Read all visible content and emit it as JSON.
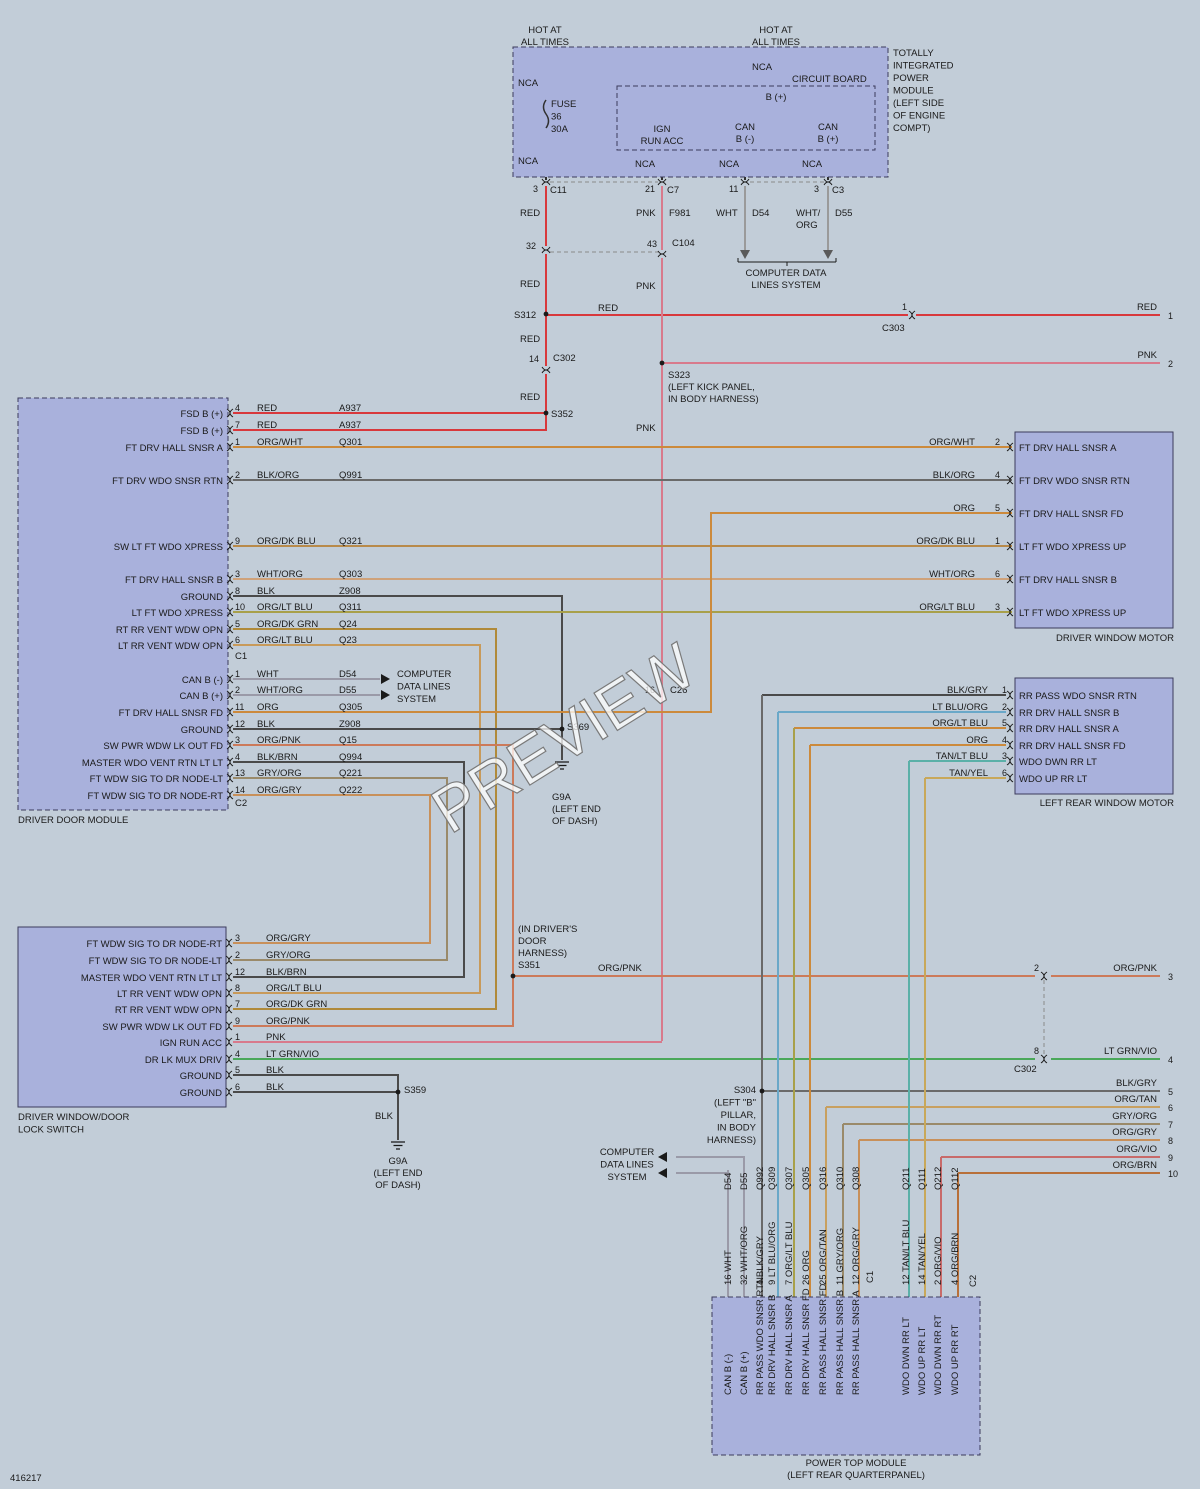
{
  "colors": {
    "red": "#d8383c",
    "pnk": "#d87a8c",
    "org": "#cc8a3c",
    "gry": "#6a6a6a",
    "blk": "#4a4a4a",
    "grn": "#4aa85a",
    "brn": "#a8601c",
    "tan": "#c8a85a",
    "blu": "#6aa8c8",
    "vio": "#a86ac8",
    "ink": "#1a1a1a"
  },
  "diagram_id": "416217",
  "watermark": "PREVIEW",
  "components": {
    "tipm": [
      "TOTALLY",
      "INTEGRATED",
      "POWER",
      "MODULE",
      "(LEFT SIDE",
      "OF ENGINE",
      "COMPT)"
    ],
    "hot1": [
      "HOT AT",
      "ALL TIMES"
    ],
    "hot2": [
      "HOT AT",
      "ALL TIMES"
    ],
    "circuit_board": "CIRCUIT BOARD",
    "b_plus": "B (+)",
    "fuse": [
      "FUSE",
      "36",
      "30A"
    ],
    "ign": [
      "IGN",
      "RUN ACC"
    ],
    "can_minus": [
      "CAN",
      "B (-)"
    ],
    "can_plus": [
      "CAN",
      "B (+)"
    ],
    "nca": "NCA",
    "ddm": "DRIVER DOOR MODULE",
    "dwm": "DRIVER WINDOW MOTOR",
    "lrwm": "LEFT REAR WINDOW MOTOR",
    "dws": [
      "DRIVER WINDOW/DOOR",
      "LOCK SWITCH"
    ],
    "ptm": [
      "POWER TOP MODULE",
      "(LEFT REAR QUARTERPANEL)"
    ],
    "cdl1": [
      "COMPUTER DATA",
      "LINES SYSTEM"
    ],
    "cdl2": [
      "COMPUTER",
      "DATA LINES",
      "SYSTEM"
    ],
    "cdl3": [
      "COMPUTER",
      "DATA LINES",
      "SYSTEM"
    ]
  },
  "splices": {
    "s312": "S312",
    "s352": "S352",
    "s323": [
      "S323",
      "(LEFT KICK PANEL,",
      "IN BODY HARNESS)"
    ],
    "s369": "S369",
    "g9a1": [
      "G9A",
      "(LEFT END",
      "OF DASH)"
    ],
    "s351": [
      "(IN DRIVER'S",
      "DOOR",
      "HARNESS)",
      "S351"
    ],
    "s359": "S359",
    "g9a2": [
      "G9A",
      "(LEFT END",
      "OF DASH)"
    ],
    "s304": [
      "S304",
      "(LEFT \"B\"",
      "PILLAR,",
      "IN BODY",
      "HARNESS)"
    ]
  },
  "connectors": {
    "c11": "C11",
    "c7": "C7",
    "c3": "C3",
    "c104": "C104",
    "c303": "C303",
    "c302a": "C302",
    "c302b": "C302",
    "c1a": "C1",
    "c2a": "C2",
    "c1b": "C1",
    "c2b": "C2",
    "c26": "C26"
  },
  "top_wires": {
    "red": "RED",
    "pnk": "PNK",
    "f981": "F981",
    "wht": "WHT",
    "d54": "D54",
    "whtorg": [
      "WHT/",
      "ORG"
    ],
    "d55": "D55",
    "pin3": "3",
    "pin21": "21",
    "pin11": "11",
    "pin3b": "3",
    "pin32": "32",
    "pin43": "43",
    "pin14": "14",
    "pin1": "1",
    "pin16": "16"
  },
  "right_ends": [
    {
      "color": "RED",
      "num": "1"
    },
    {
      "color": "PNK",
      "num": "2"
    },
    {
      "color": "ORG/PNK",
      "num": "3"
    },
    {
      "color": "LT GRN/VIO",
      "num": "4"
    },
    {
      "color": "BLK/GRY",
      "num": "5"
    },
    {
      "color": "ORG/TAN",
      "num": "6"
    },
    {
      "color": "GRY/ORG",
      "num": "7"
    },
    {
      "color": "ORG/GRY",
      "num": "8"
    },
    {
      "color": "ORG/VIO",
      "num": "9"
    },
    {
      "color": "ORG/BRN",
      "num": "10"
    }
  ],
  "ddm_pins": [
    {
      "label": "FSD B (+)",
      "pin": "4",
      "color": "RED",
      "circuit": "A937"
    },
    {
      "label": "FSD B (+)",
      "pin": "7",
      "color": "RED",
      "circuit": "A937"
    },
    {
      "label": "FT DRV HALL SNSR A",
      "pin": "1",
      "color": "ORG/WHT",
      "circuit": "Q301"
    },
    {
      "label": "FT DRV WDO SNSR RTN",
      "pin": "2",
      "color": "BLK/ORG",
      "circuit": "Q991"
    },
    {
      "label": "SW LT FT WDO XPRESS",
      "pin": "9",
      "color": "ORG/DK BLU",
      "circuit": "Q321"
    },
    {
      "label": "FT DRV HALL SNSR B",
      "pin": "3",
      "color": "WHT/ORG",
      "circuit": "Q303"
    },
    {
      "label": "GROUND",
      "pin": "8",
      "color": "BLK",
      "circuit": "Z908"
    },
    {
      "label": "LT FT WDO XPRESS",
      "pin": "10",
      "color": "ORG/LT BLU",
      "circuit": "Q311"
    },
    {
      "label": "RT RR VENT WDW OPN",
      "pin": "5",
      "color": "ORG/DK GRN",
      "circuit": "Q24"
    },
    {
      "label": "LT RR VENT WDW OPN",
      "pin": "6",
      "color": "ORG/LT BLU",
      "circuit": "Q23"
    },
    {
      "label": "CAN B (-)",
      "pin": "1",
      "color": "WHT",
      "circuit": "D54"
    },
    {
      "label": "CAN B (+)",
      "pin": "2",
      "color": "WHT/ORG",
      "circuit": "D55"
    },
    {
      "label": "FT DRV HALL SNSR FD",
      "pin": "11",
      "color": "ORG",
      "circuit": "Q305"
    },
    {
      "label": "GROUND",
      "pin": "12",
      "color": "BLK",
      "circuit": "Z908"
    },
    {
      "label": "SW PWR WDW LK OUT FD",
      "pin": "3",
      "color": "ORG/PNK",
      "circuit": "Q15"
    },
    {
      "label": "MASTER WDO VENT RTN LT LT",
      "pin": "4",
      "color": "BLK/BRN",
      "circuit": "Q994"
    },
    {
      "label": "FT WDW SIG TO DR NODE-LT",
      "pin": "13",
      "color": "GRY/ORG",
      "circuit": "Q221"
    },
    {
      "label": "FT WDW SIG TO DR NODE-RT",
      "pin": "14",
      "color": "ORG/GRY",
      "circuit": "Q222"
    }
  ],
  "dwm_pins": [
    {
      "label": "FT DRV HALL SNSR A",
      "pin": "2",
      "color": "ORG/WHT"
    },
    {
      "label": "FT DRV WDO SNSR RTN",
      "pin": "4",
      "color": "BLK/ORG"
    },
    {
      "label": "FT DRV HALL SNSR FD",
      "pin": "5",
      "color": "ORG"
    },
    {
      "label": "LT FT WDO XPRESS UP",
      "pin": "1",
      "color": "ORG/DK BLU"
    },
    {
      "label": "FT DRV HALL SNSR B",
      "pin": "6",
      "color": "WHT/ORG"
    },
    {
      "label": "LT FT WDO XPRESS UP",
      "pin": "3",
      "color": "ORG/LT BLU"
    }
  ],
  "lrwm_pins": [
    {
      "label": "RR PASS WDO SNSR RTN",
      "pin": "1",
      "color": "BLK/GRY"
    },
    {
      "label": "RR DRV HALL SNSR B",
      "pin": "2",
      "color": "LT BLU/ORG"
    },
    {
      "label": "RR DRV HALL SNSR A",
      "pin": "5",
      "color": "ORG/LT BLU"
    },
    {
      "label": "RR DRV HALL SNSR FD",
      "pin": "4",
      "color": "ORG"
    },
    {
      "label": "WDO DWN RR LT",
      "pin": "3",
      "color": "TAN/LT BLU"
    },
    {
      "label": "WDO UP RR LT",
      "pin": "6",
      "color": "TAN/YEL"
    }
  ],
  "dws_pins": [
    {
      "label": "FT WDW SIG TO DR NODE-RT",
      "pin": "3",
      "color": "ORG/GRY"
    },
    {
      "label": "FT WDW SIG TO DR NODE-LT",
      "pin": "2",
      "color": "GRY/ORG"
    },
    {
      "label": "MASTER WDO VENT RTN LT LT",
      "pin": "12",
      "color": "BLK/BRN"
    },
    {
      "label": "LT RR VENT WDW OPN",
      "pin": "8",
      "color": "ORG/LT BLU"
    },
    {
      "label": "RT RR VENT WDW OPN",
      "pin": "7",
      "color": "ORG/DK GRN"
    },
    {
      "label": "SW PWR WDW LK OUT FD",
      "pin": "9",
      "color": "ORG/PNK"
    },
    {
      "label": "IGN RUN ACC",
      "pin": "1",
      "color": "PNK"
    },
    {
      "label": "DR LK MUX DRIV",
      "pin": "4",
      "color": "LT GRN/VIO"
    },
    {
      "label": "GROUND",
      "pin": "5",
      "color": "BLK"
    },
    {
      "label": "GROUND",
      "pin": "6",
      "color": "BLK"
    }
  ],
  "s351_wire": "ORG/PNK",
  "ground_wire": "BLK",
  "ptm_pins": [
    {
      "label": "CAN B (-)",
      "pin": "16",
      "color": "WHT",
      "circuit": "D54"
    },
    {
      "label": "CAN B (+)",
      "pin": "32",
      "color": "WHT/ORG",
      "circuit": "D55"
    },
    {
      "label": "RR PASS WDO SNSR RTN",
      "pin": "4",
      "color": "BLK/GRY",
      "circuit": "Q992"
    },
    {
      "label": "RR DRV HALL SNSR B",
      "pin": "9",
      "color": "LT BLU/ORG",
      "circuit": "Q309"
    },
    {
      "label": "RR DRV HALL SNSR A",
      "pin": "7",
      "color": "ORG/LT BLU",
      "circuit": "Q307"
    },
    {
      "label": "RR DRV HALL SNSR FD",
      "pin": "26",
      "color": "ORG",
      "circuit": "Q305"
    },
    {
      "label": "RR PASS HALL SNSR FD",
      "pin": "25",
      "color": "ORG/TAN",
      "circuit": "Q316"
    },
    {
      "label": "RR PASS HALL SNSR B",
      "pin": "11",
      "color": "GRY/ORG",
      "circuit": "Q310"
    },
    {
      "label": "RR PASS HALL SNSR A",
      "pin": "12",
      "color": "ORG/GRY",
      "circuit": "Q308"
    },
    {
      "label": "WDO DWN RR LT",
      "pin": "12",
      "color": "TAN/LT BLU",
      "circuit": "Q211"
    },
    {
      "label": "WDO UP RR LT",
      "pin": "14",
      "color": "TAN/YEL",
      "circuit": "Q111"
    },
    {
      "label": "WDO DWN RR RT",
      "pin": "2",
      "color": "ORG/VIO",
      "circuit": "Q212"
    },
    {
      "label": "WDO UP RR RT",
      "pin": "4",
      "color": "ORG/BRN",
      "circuit": "Q112"
    }
  ]
}
